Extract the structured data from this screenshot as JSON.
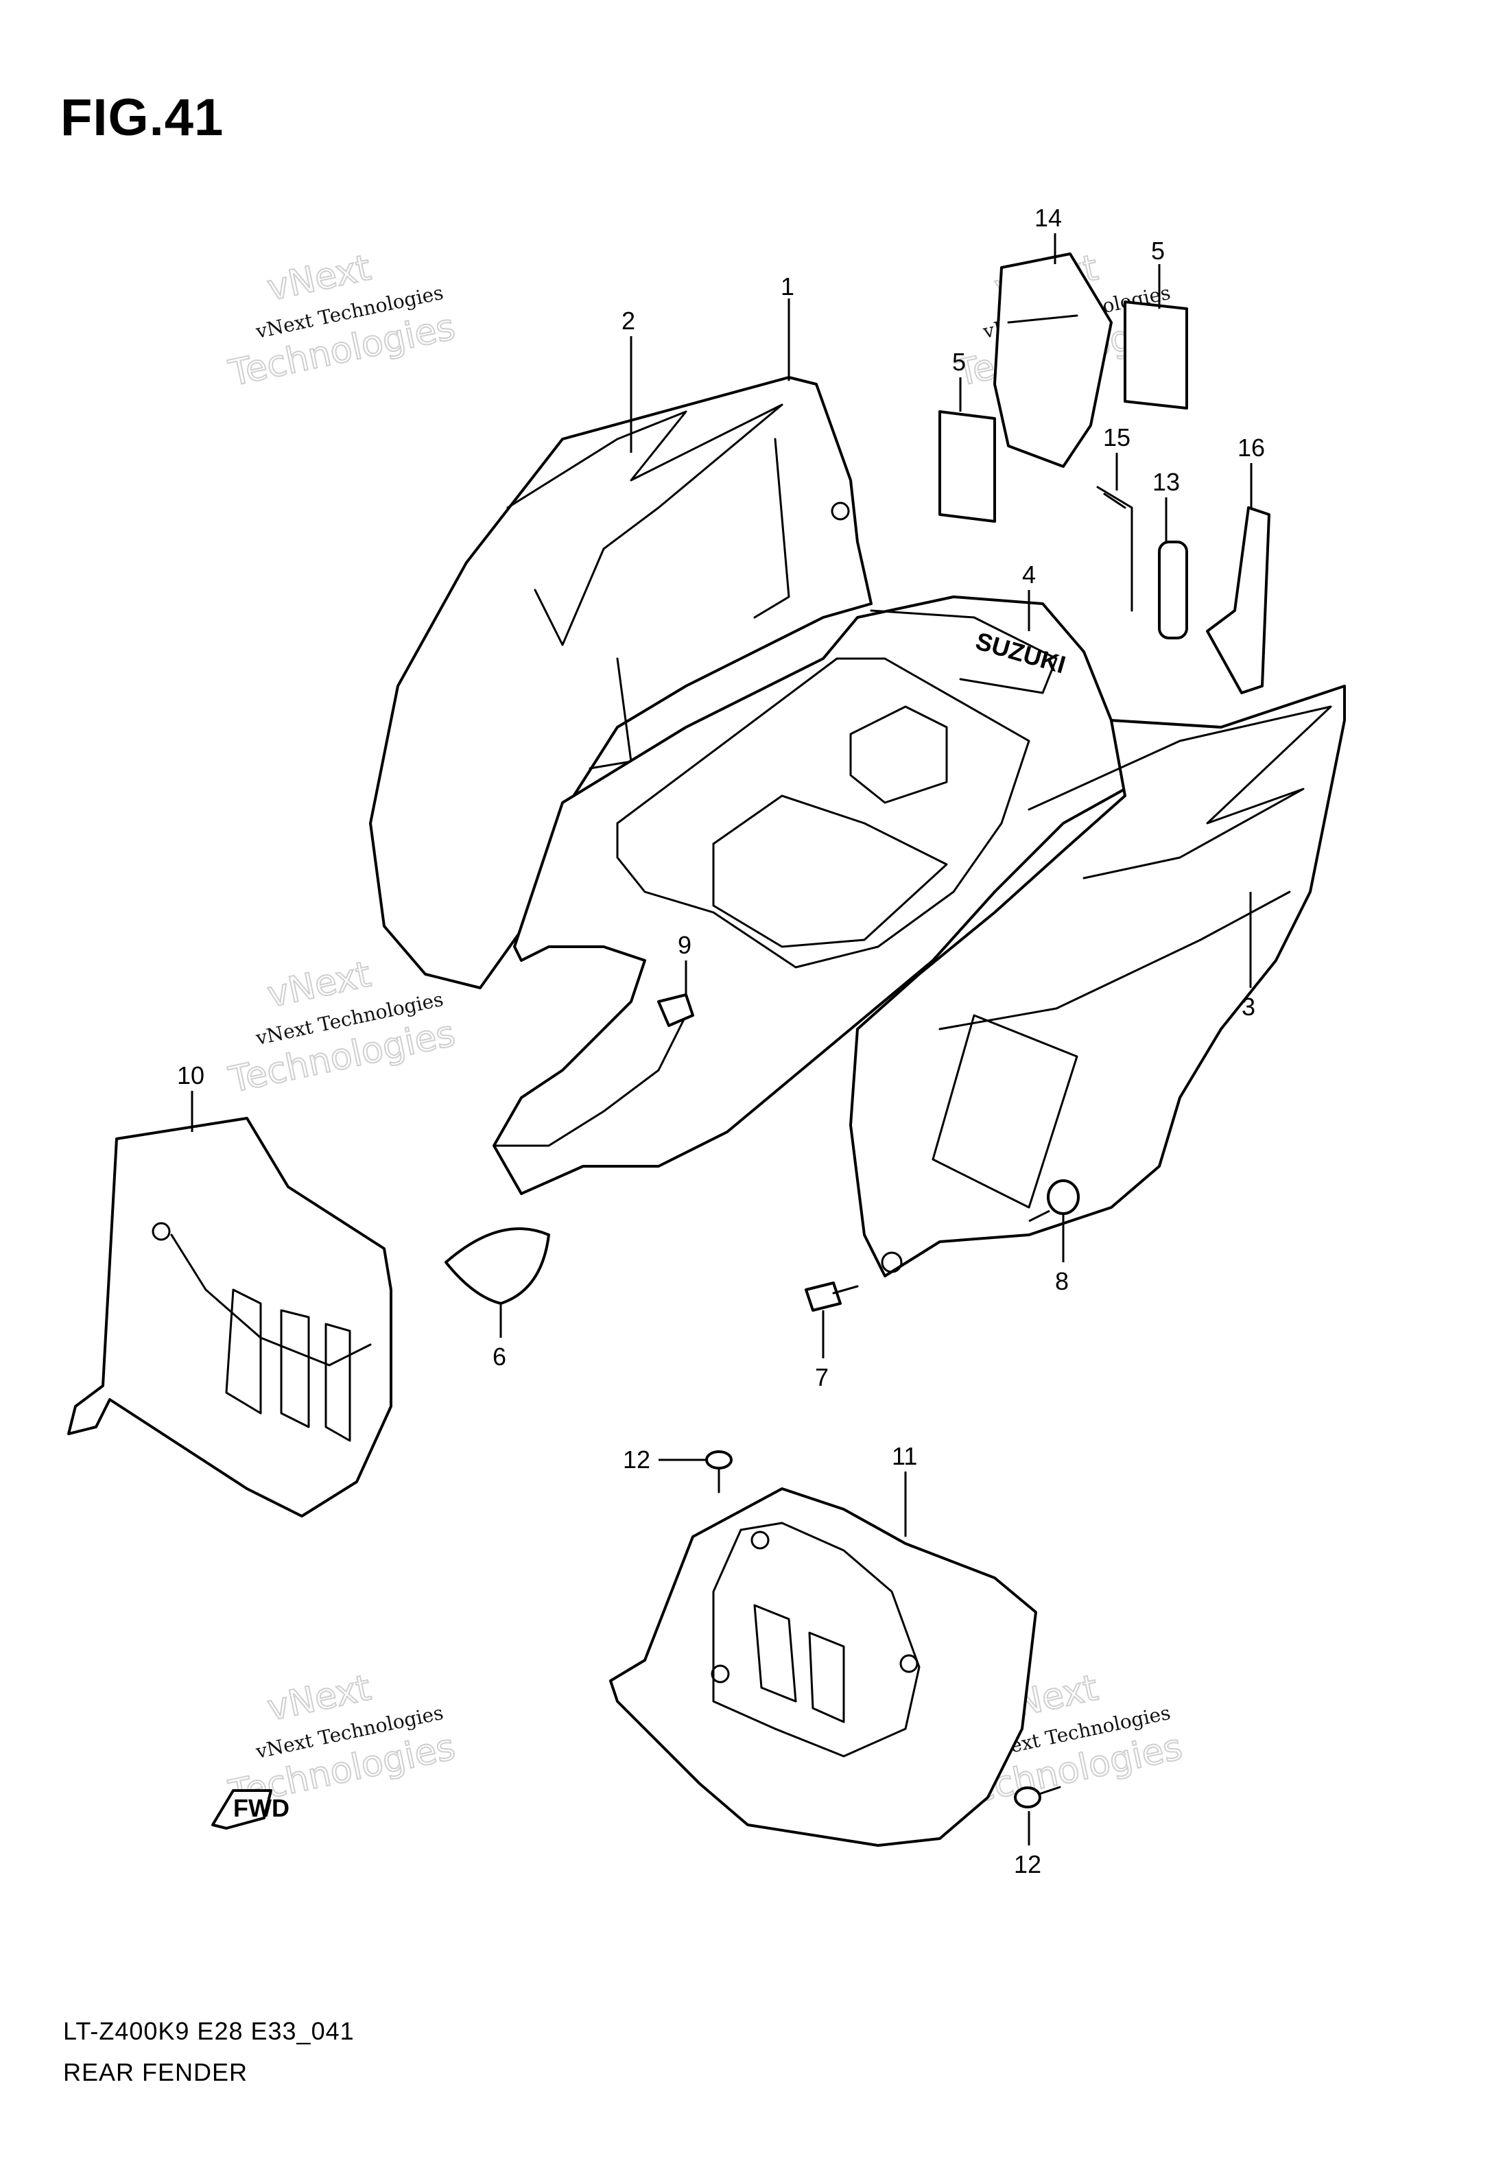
{
  "figure_title": "FIG.41",
  "footer": {
    "model_code": "LT-Z400K9 E28 E33_041",
    "section_name": "REAR FENDER"
  },
  "watermark": {
    "line1": "vNext",
    "line2": "vNext Technologies",
    "line3": "Technologies"
  },
  "direction_badge": "FWD",
  "fender_logo": "SUZUKI",
  "callouts": {
    "c1": "1",
    "c2": "2",
    "c3": "3",
    "c4": "4",
    "c5a": "5",
    "c5b": "5",
    "c6": "6",
    "c7": "7",
    "c8": "8",
    "c9": "9",
    "c10": "10",
    "c11": "11",
    "c12a": "12",
    "c12b": "12",
    "c13": "13",
    "c14": "14",
    "c15": "15",
    "c16": "16"
  },
  "colors": {
    "line": "#000000",
    "background": "#ffffff",
    "watermark": "#cfcfcf"
  }
}
